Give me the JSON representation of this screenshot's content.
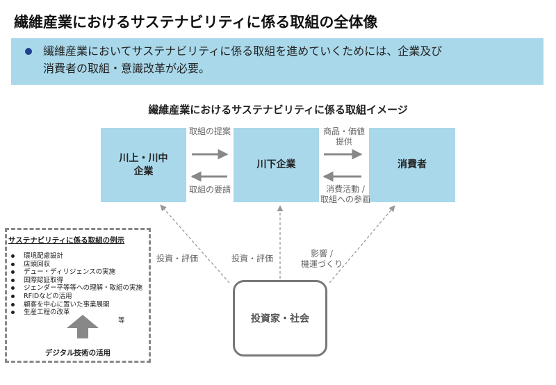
{
  "title": "繊維産業におけるサステナビリティに係る取組の全体像",
  "summary": {
    "line1": "繊維産業においてサステナビリティに係る取組を進めていくためには、企業及び",
    "line2": "消費者の取組・意識改革が必要。"
  },
  "diagram": {
    "title": "繊維産業におけるサステナビリティに係る取組イメージ",
    "nodes": {
      "upstream_line1": "川上・川中",
      "upstream_line2": "企業",
      "downstream": "川下企業",
      "consumer": "消費者",
      "society": "投資家・社会"
    },
    "arrows": {
      "proposal": "取組の提案",
      "request": "取組の要請",
      "products_line1": "商品・価値",
      "products_line2": "提供",
      "consumption_line1": "消費活動 /",
      "consumption_line2": "取組への参画",
      "investment_left": "投資・評価",
      "investment_center": "投資・評価",
      "influence_line1": "影響 /",
      "influence_line2": "機運づくり"
    },
    "examples": {
      "title": "サステナビリティに係る取組の例示",
      "items": [
        "環境配慮設計",
        "店頭回収",
        "デュー・ディリジェンスの実施",
        "国際認証取得",
        "ジェンダー平等等への理解・取組の実施",
        "RFIDなどの活用",
        "顧客を中心に置いた事業展開",
        "生産工程の改革"
      ],
      "etc": "等",
      "digital": "デジタル技術の活用"
    }
  },
  "colors": {
    "box_fill": "#a9d8ea",
    "bullet": "#1f3f8f",
    "arrow_gray": "#888888"
  }
}
